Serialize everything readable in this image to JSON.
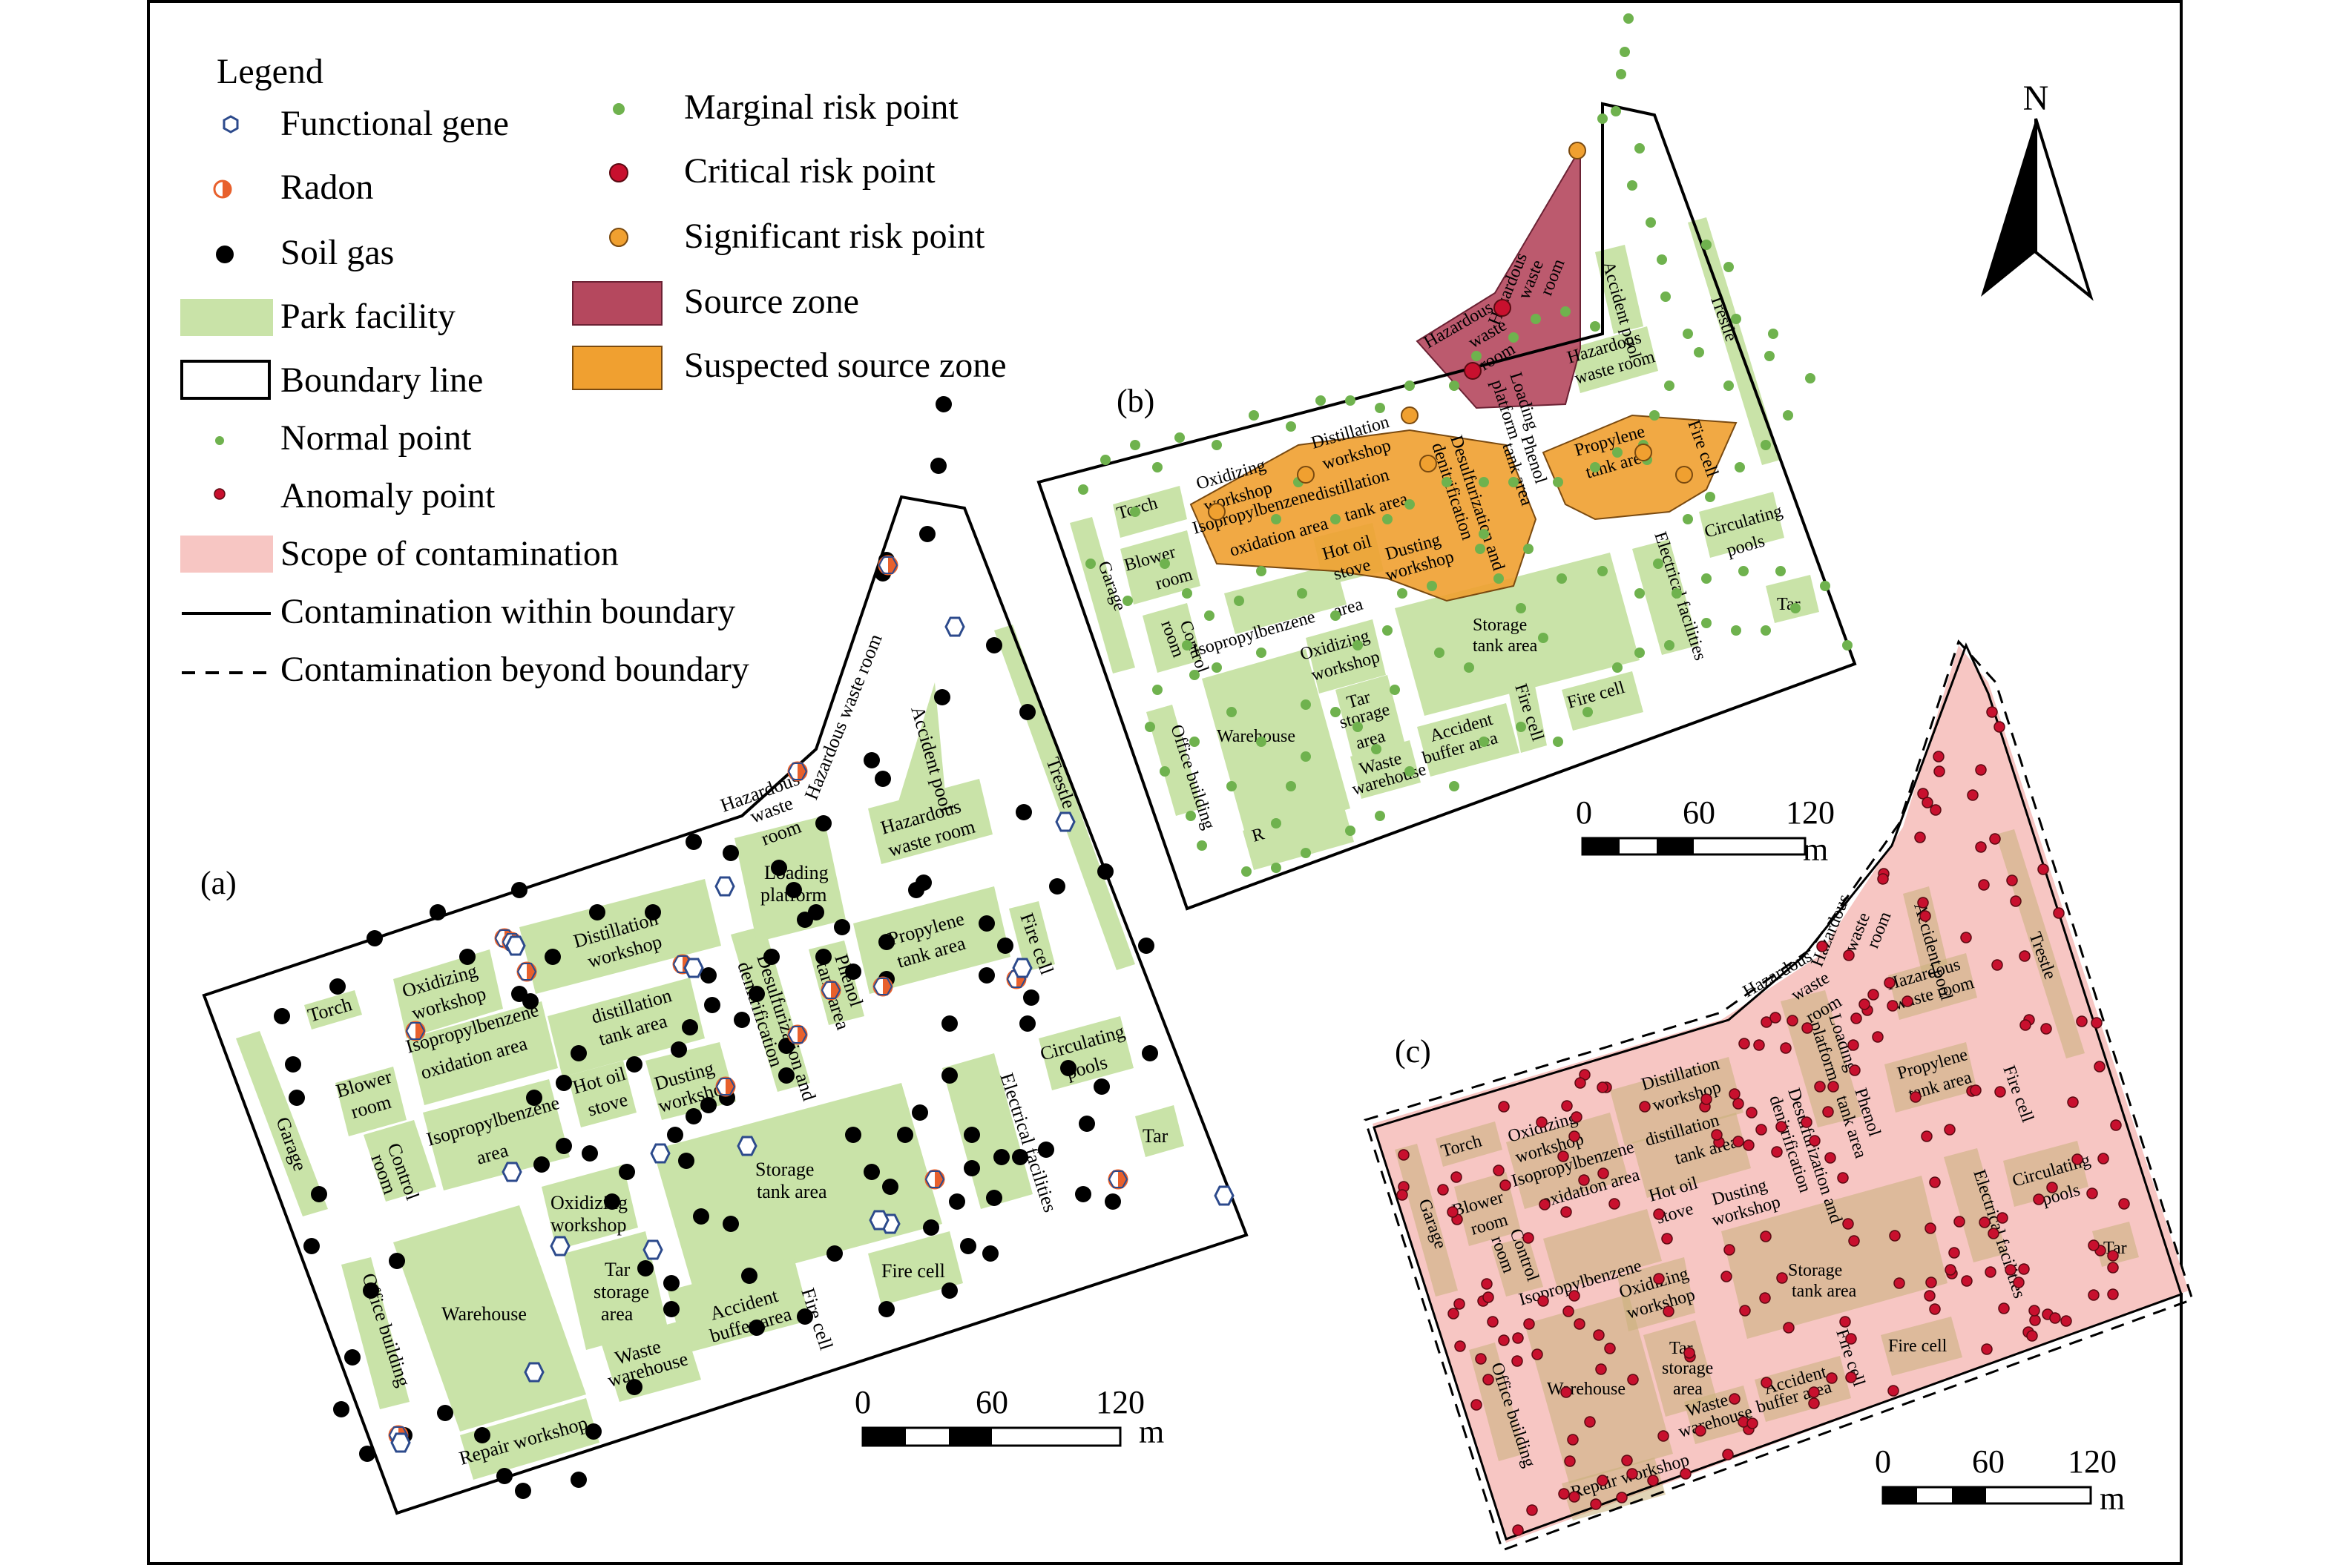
{
  "legend": {
    "title": "Legend",
    "items_left": [
      {
        "label": "Functional gene",
        "icon": "hexagon-icon"
      },
      {
        "label": "Radon",
        "icon": "half-circle-icon"
      },
      {
        "label": "Soil gas",
        "icon": "black-dot-icon"
      },
      {
        "label": "Park facility",
        "icon": "green-rect-icon"
      },
      {
        "label": "Boundary line",
        "icon": "boundary-rect-icon"
      },
      {
        "label": "Normal point",
        "icon": "small-green-dot-icon"
      },
      {
        "label": "Anomaly point",
        "icon": "small-red-dot-icon"
      },
      {
        "label": "Scope of contamination",
        "icon": "pink-rect-icon"
      },
      {
        "label": "Contamination within boundary",
        "icon": "solid-line-icon"
      },
      {
        "label": "Contamination beyond boundary",
        "icon": "dashed-line-icon"
      }
    ],
    "items_right": [
      {
        "label": "Marginal risk point",
        "icon": "green-dot-icon"
      },
      {
        "label": "Critical risk point",
        "icon": "red-dot-icon"
      },
      {
        "label": "Significant risk point",
        "icon": "orange-dot-icon"
      },
      {
        "label": "Source zone",
        "icon": "maroon-rect-icon"
      },
      {
        "label": "Suspected source zone",
        "icon": "orange-rect-icon"
      }
    ]
  },
  "north_label": "N",
  "panels": {
    "a": {
      "label": "(a)"
    },
    "b": {
      "label": "(b)"
    },
    "c": {
      "label": "(c)"
    }
  },
  "scale": {
    "t0": "0",
    "t1": "60",
    "t2": "120",
    "unit": "m"
  },
  "facilities": {
    "torch": "Torch",
    "garage": "Garage",
    "blower": [
      "Blower",
      "room"
    ],
    "control": [
      "Control",
      "room"
    ],
    "oxidizing": [
      "Oxidizing",
      "workshop"
    ],
    "iso_ox": [
      "Isopropylbenzene",
      "oxidation area"
    ],
    "iso_area": [
      "Isopropylbenzene",
      "area"
    ],
    "distill_ws": [
      "Distillation",
      "workshop"
    ],
    "distill_tank": [
      "distillation",
      "tank area"
    ],
    "hot_oil": [
      "Hot oil",
      "stove"
    ],
    "dusting": [
      "Dusting",
      "workshop"
    ],
    "desulf": [
      "Desulfurization and",
      "denitrification"
    ],
    "phenol": [
      "Phenol",
      "tank area"
    ],
    "loading": [
      "Loading",
      "platform"
    ],
    "hazardous_waste": [
      "Hazardous",
      "waste",
      "room"
    ],
    "hazardous_waste_long": "Hazardous waste room",
    "accident_pool": "Accident pool",
    "hazardous_waste2": [
      "Hazardous",
      "waste room"
    ],
    "trestle": "Trestle",
    "propylene": [
      "Propylene",
      "tank area"
    ],
    "fire_cell": "Fire cell",
    "circulating": [
      "Circulating",
      "pools"
    ],
    "electrical": "Electrical facilities",
    "tar": "Tar",
    "storage": [
      "Storage",
      "tank area"
    ],
    "oxidizing2": [
      "Oxidizing",
      "workshop"
    ],
    "tar_storage": [
      "Tar",
      "storage",
      "area"
    ],
    "waste_wh": [
      "Waste",
      "warehouse"
    ],
    "accident_buffer": [
      "Accident",
      "buffer area"
    ],
    "warehouse": "Warehouse",
    "office": "Office building",
    "repair": "Repair workshop"
  },
  "colors": {
    "facility": "#c9e3a8",
    "normal": "#6fb24e",
    "anomaly": "#c8102e",
    "contamination": "#f7c6c3",
    "source_zone": "#b5485e",
    "suspected_zone": "#f0a030",
    "significant": "#f0a030",
    "hexagon": "#2c4a8c"
  }
}
